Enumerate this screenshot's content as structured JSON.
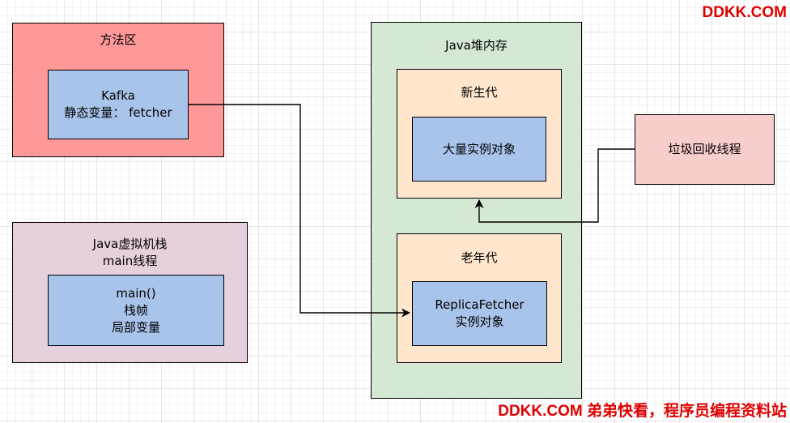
{
  "method_area": {
    "title": "方法区",
    "class_box": {
      "line1": "Kafka",
      "line2": "静态变量： fetcher"
    }
  },
  "stack": {
    "title_line1": "Java虚拟机栈",
    "title_line2": "main线程",
    "frame_box": {
      "line1": "main()",
      "line2": "栈帧",
      "line3": "局部变量"
    }
  },
  "heap": {
    "title": "Java堆内存",
    "young_gen": {
      "title": "新生代",
      "objects_label": "大量实例对象"
    },
    "old_gen": {
      "title": "老年代",
      "fetcher_line1": "ReplicaFetcher",
      "fetcher_line2": "实例对象"
    }
  },
  "gc_thread": {
    "label": "垃圾回收线程"
  },
  "watermarks": {
    "top": "DDKK.COM",
    "bottom": "DDKK.COM 弟弟快看，程序员编程资料站"
  },
  "colors": {
    "method_area": "#ff9999",
    "stack": "#e6d0de",
    "heap": "#d5e8d4",
    "generation": "#ffe6cc",
    "inner_blue": "#a9c4eb",
    "gc": "#f8cecc",
    "watermark": "#e00000"
  }
}
